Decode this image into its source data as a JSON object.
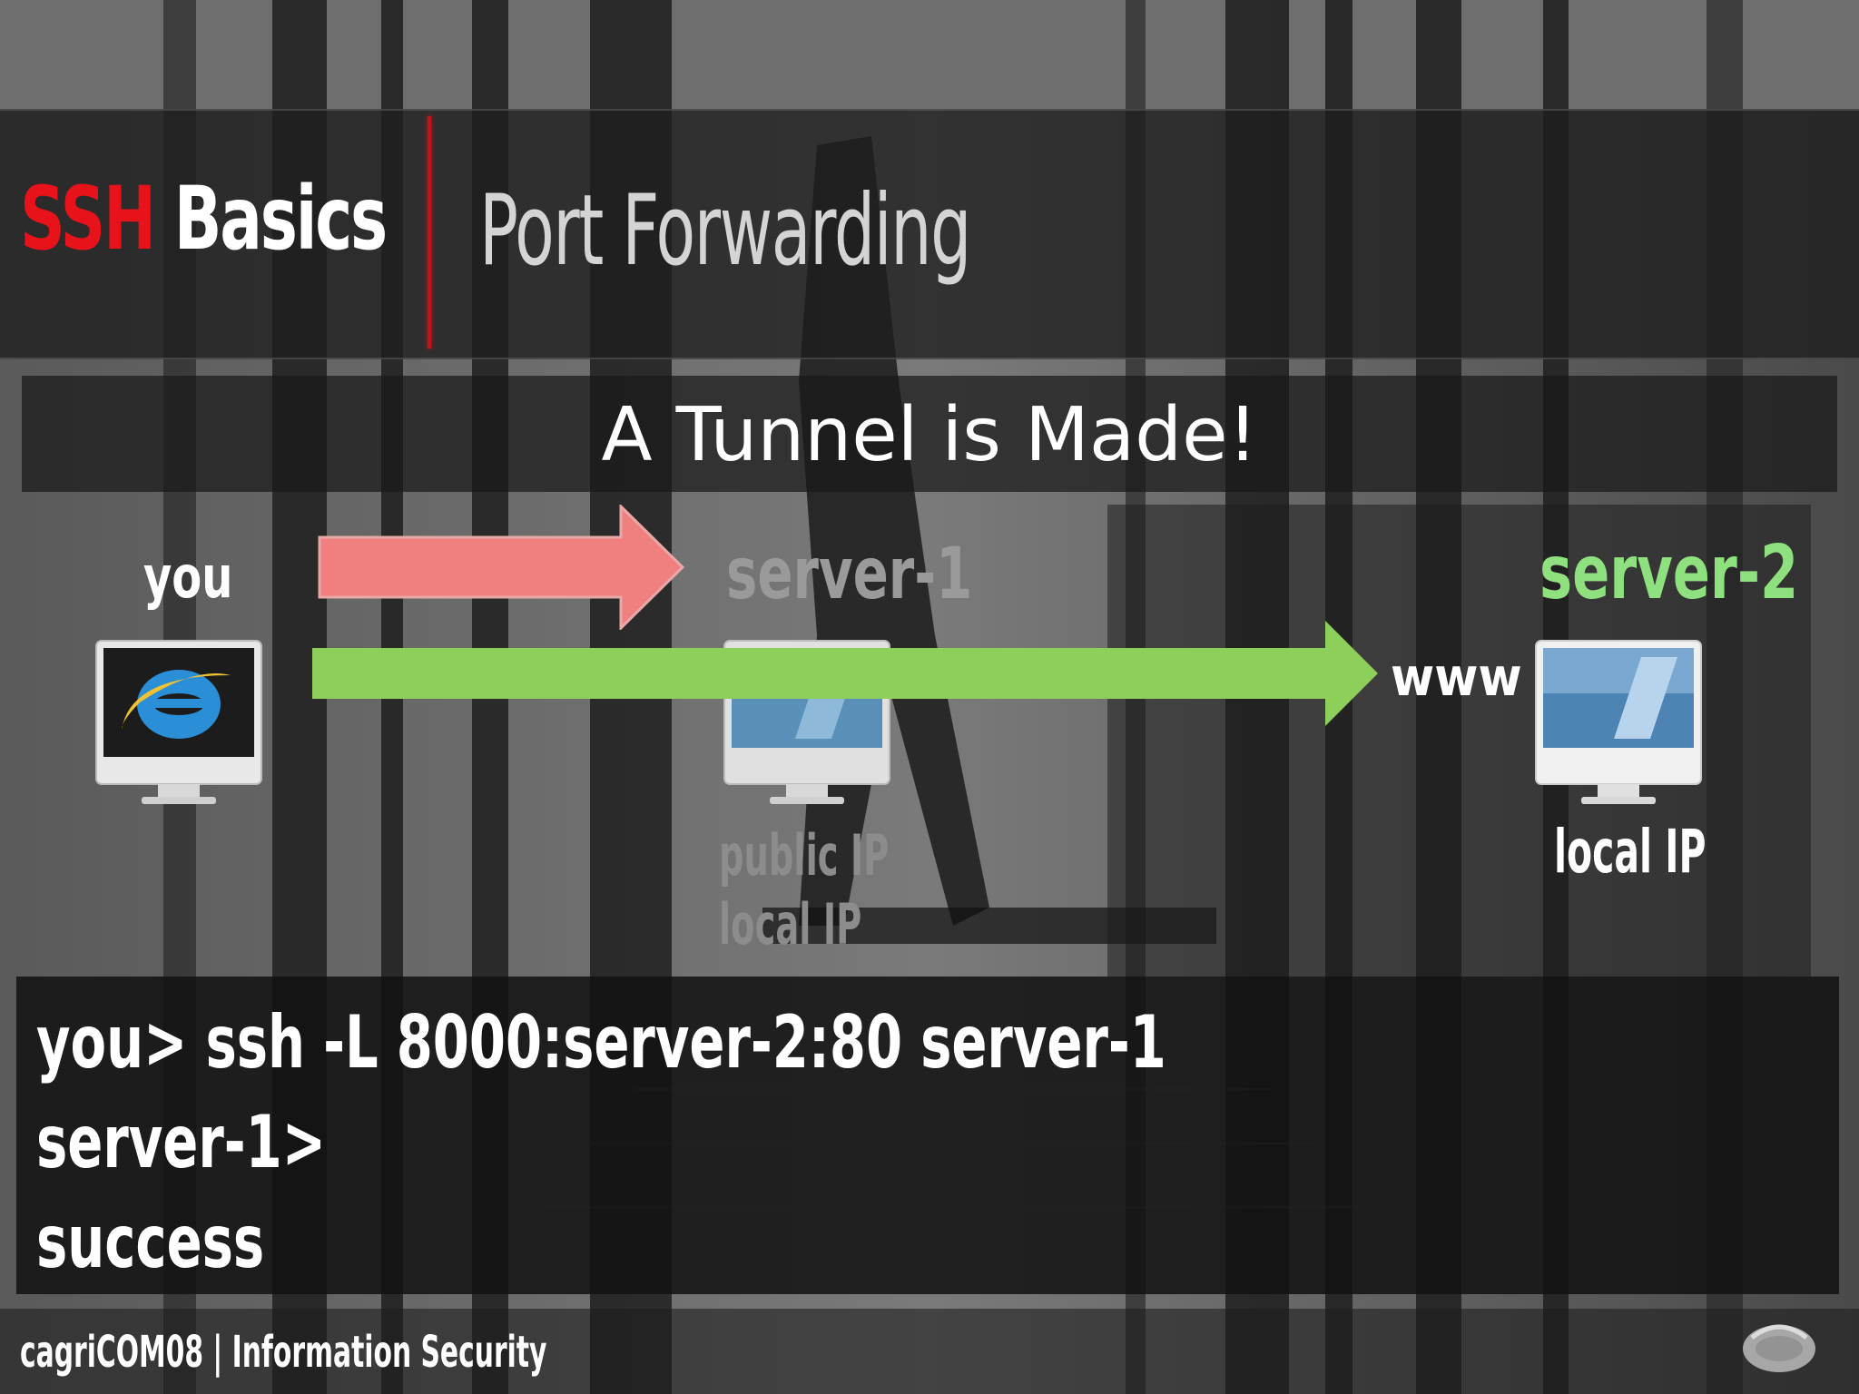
{
  "header": {
    "title_red": "SSH",
    "title_white": "Basics",
    "subtitle": "Port Forwarding"
  },
  "slide": {
    "heading": "A Tunnel is Made!"
  },
  "diagram": {
    "you_label": "you",
    "server1_label": "server-1",
    "server2_label": "server-2",
    "www_label": "www",
    "server1_public_ip": "public IP",
    "server1_local_ip": "local IP",
    "server2_local_ip": "local IP",
    "icons": [
      "internet-explorer-monitor-icon",
      "monitor-icon",
      "monitor-icon"
    ]
  },
  "terminal": {
    "line1": "you> ssh -L 8000:server-2:80 server-1",
    "line2": "server-1>",
    "line3": "success"
  },
  "footer": {
    "text": "cagriCOM08 | Information Security"
  },
  "colors": {
    "ssh_red": "#e8121a",
    "server2_green": "#8fe07e",
    "arrow_pink": "#f08080",
    "arrow_green": "#8dcf5a"
  }
}
